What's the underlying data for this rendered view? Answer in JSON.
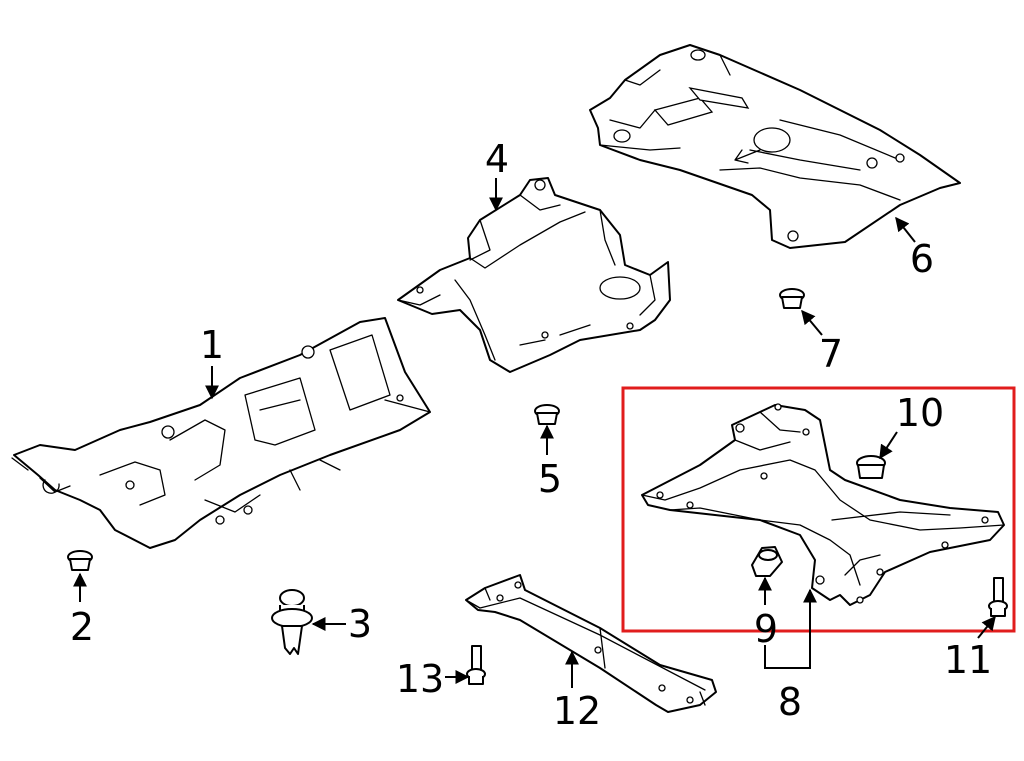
{
  "callouts": {
    "c1": "1",
    "c2": "2",
    "c3": "3",
    "c4": "4",
    "c5": "5",
    "c6": "6",
    "c7": "7",
    "c8": "8",
    "c9": "9",
    "c10": "10",
    "c11": "11",
    "c12": "12",
    "c13": "13"
  },
  "colors": {
    "highlight": "#e11d1d",
    "line": "#000000",
    "background": "#ffffff"
  }
}
